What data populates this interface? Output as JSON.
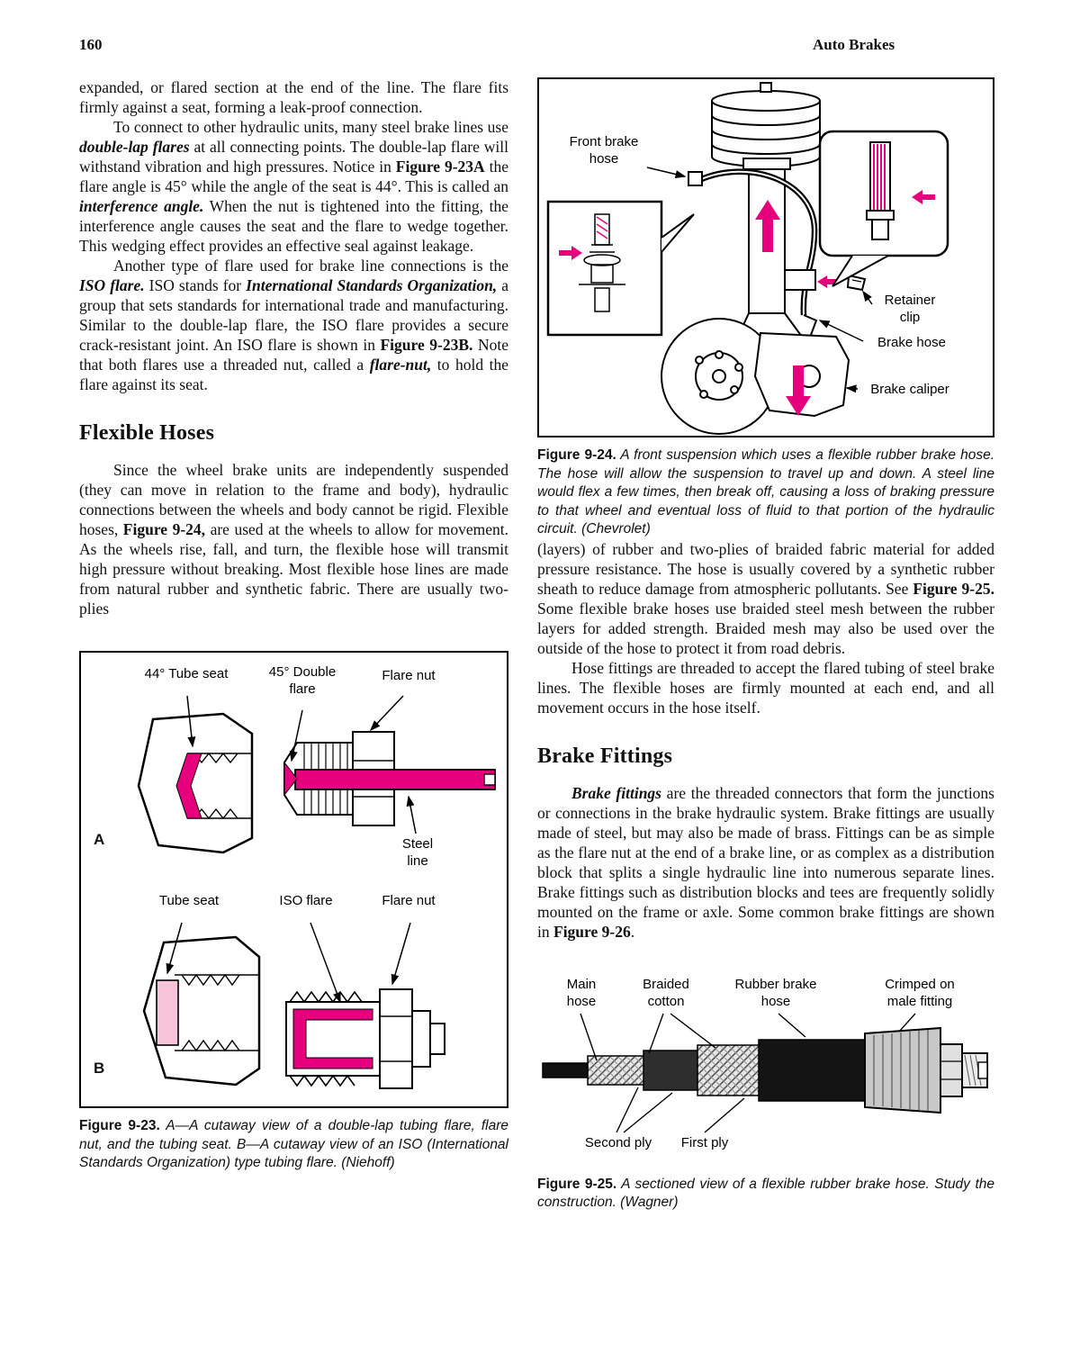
{
  "header": {
    "page_number": "160",
    "title": "Auto Brakes"
  },
  "colors": {
    "magenta": "#e6007d",
    "light_pink": "#f6c3d8"
  },
  "left": {
    "para1": [
      {
        "t": "expanded, or flared section at the end of the line. The flare fits firmly against a seat, forming a leak-proof connection."
      }
    ],
    "para2": [
      {
        "t": "To connect to other hydraulic units, many steel brake lines use "
      },
      {
        "t": "double-lap flares",
        "s": "bi"
      },
      {
        "t": " at all connecting points. The double-lap flare will withstand vibration and high pressures. Notice in "
      },
      {
        "t": "Figure 9-23A",
        "s": "b"
      },
      {
        "t": " the flare angle is 45° while the angle of the seat is 44°. This is called an "
      },
      {
        "t": "interference angle.",
        "s": "bi"
      },
      {
        "t": " When the nut is tightened into the fitting, the interference angle causes the seat and the flare to wedge together. This wedging effect provides an effective seal against leakage."
      }
    ],
    "para3": [
      {
        "t": "Another type of flare used for brake line connections is the "
      },
      {
        "t": "ISO flare.",
        "s": "bi"
      },
      {
        "t": " ISO stands for "
      },
      {
        "t": "International Standards Organization,",
        "s": "bi"
      },
      {
        "t": " a group that sets standards for international trade and manufacturing. Similar to the double-lap flare, the ISO flare provides a secure crack-resistant joint. An ISO flare is shown in "
      },
      {
        "t": "Figure 9-23B.",
        "s": "b"
      },
      {
        "t": " Note that both flares use a threaded nut, called a "
      },
      {
        "t": "flare-nut,",
        "s": "bi"
      },
      {
        "t": " to hold the flare against its seat."
      }
    ],
    "heading": "Flexible Hoses",
    "para4": [
      {
        "t": "Since the wheel brake units are independently suspended (they can move in relation to the frame and body), hydraulic connections between the wheels and body cannot be rigid. Flexible hoses, "
      },
      {
        "t": "Figure 9-24,",
        "s": "b"
      },
      {
        "t": " are used at the wheels to allow for movement. As the wheels rise, fall, and turn, the flexible hose will transmit high pressure without breaking. Most flexible hose lines are made from natural rubber and synthetic fabric. There are usually two-plies"
      }
    ],
    "fig23": {
      "labels": {
        "tube_seat_44": "44° Tube seat",
        "double_flare_45": "45° Double\nflare",
        "flare_nut_a": "Flare nut",
        "letter_a": "A",
        "steel_line": "Steel\nline",
        "tube_seat": "Tube seat",
        "iso_flare": "ISO flare",
        "flare_nut_b": "Flare nut",
        "letter_b": "B"
      },
      "caption": [
        {
          "t": "Figure 9-23.",
          "s": "b"
        },
        {
          "t": " A—A cutaway view of a double-lap tubing flare, flare nut, and the tubing seat. B—A cutaway view of an ISO (International Standards Organization) type tubing flare. (Niehoff)",
          "s": "i"
        }
      ]
    }
  },
  "right": {
    "fig24": {
      "labels": {
        "front_brake_hose": "Front brake\nhose",
        "retainer_clip": "Retainer\nclip",
        "brake_hose": "Brake hose",
        "brake_caliper": "Brake caliper"
      },
      "caption": [
        {
          "t": "Figure 9-24.",
          "s": "b"
        },
        {
          "t": " A front suspension which uses a flexible rubber brake hose. The hose will allow the suspension to travel up and down. A steel line would flex a few times, then break off, causing a loss of braking pressure to that wheel and eventual loss of fluid to that portion of the hydraulic circuit. (Chevrolet)",
          "s": "i"
        }
      ]
    },
    "para5": [
      {
        "t": "(layers) of rubber and two-plies of braided fabric material for added pressure resistance. The hose is usually covered by a synthetic rubber sheath to reduce damage from atmospheric pollutants. See "
      },
      {
        "t": "Figure 9-25.",
        "s": "b"
      },
      {
        "t": " Some flexible brake hoses use braided steel mesh between the rubber layers for added strength. Braided mesh may also be used over the outside of the hose to protect it from road debris."
      }
    ],
    "para6": [
      {
        "t": "Hose fittings are threaded to accept the flared tubing of steel brake lines. The flexible hoses are firmly mounted at each end, and all movement occurs in the hose itself."
      }
    ],
    "heading": "Brake Fittings",
    "para7": [
      {
        "t": "Brake fittings",
        "s": "bi"
      },
      {
        "t": " are the threaded connectors that form the junctions or connections in the brake hydraulic system. Brake fittings are usually made of steel, but may also be made of brass. Fittings can be as simple as the flare nut at the end of a brake line, or as complex as a distribution block that splits a single hydraulic line into numerous separate lines. Brake fittings such as distribution blocks and tees are frequently solidly mounted on the frame or axle. Some common brake fittings are shown in "
      },
      {
        "t": "Figure 9-26",
        "s": "b"
      },
      {
        "t": "."
      }
    ],
    "fig25": {
      "labels": {
        "main_hose": "Main\nhose",
        "braided_cotton": "Braided\ncotton",
        "rubber_brake_hose": "Rubber brake\nhose",
        "crimped_fitting": "Crimped on\nmale fitting",
        "second_ply": "Second ply",
        "first_ply": "First ply"
      },
      "caption": [
        {
          "t": "Figure 9-25.",
          "s": "b"
        },
        {
          "t": " A sectioned view of a flexible rubber brake hose. Study the construction. (Wagner)",
          "s": "i"
        }
      ]
    }
  }
}
